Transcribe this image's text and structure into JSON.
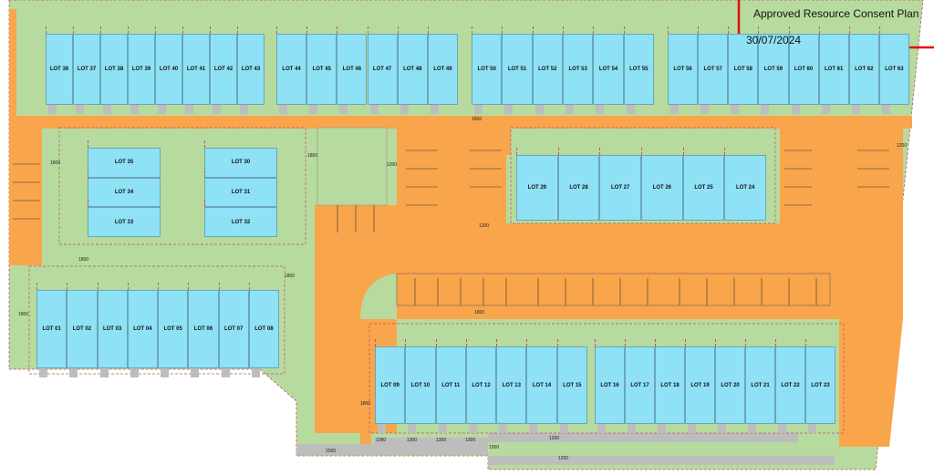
{
  "plan": {
    "title": "Approved Resource Consent Plan",
    "date": "30/07/2024"
  },
  "colors": {
    "site": "#b7db9e",
    "road": "#f9a54b",
    "building": "#8fe1f5",
    "path": "#bdbdbd",
    "boundary": "#c0506a",
    "stamp": "#e01010"
  },
  "lots": {
    "top_a": [
      "LOT 36",
      "LOT 37",
      "LOT 38",
      "LOT 39",
      "LOT 40",
      "LOT 41",
      "LOT 42",
      "LOT 43"
    ],
    "top_b": [
      "LOT 44",
      "LOT 45",
      "LOT 46",
      "LOT 47",
      "LOT 48",
      "LOT 49"
    ],
    "top_c": [
      "LOT 50",
      "LOT 51",
      "LOT 52",
      "LOT 53",
      "LOT 54",
      "LOT 55"
    ],
    "top_d": [
      "LOT 56",
      "LOT 57",
      "LOT 58",
      "LOT 59",
      "LOT 60",
      "LOT 61",
      "LOT 62",
      "LOT 63"
    ],
    "mid_left_a": [
      "LOT 35",
      "LOT 34",
      "LOT 33"
    ],
    "mid_left_b": [
      "LOT 30",
      "LOT 31",
      "LOT 32"
    ],
    "mid_center": [
      "LOT 29",
      "LOT 28",
      "LOT 27",
      "LOT 26",
      "LOT 25",
      "LOT 24"
    ],
    "bottom_left": [
      "LOT 01",
      "LOT 02",
      "LOT 03",
      "LOT 04",
      "LOT 05",
      "LOT 06",
      "LOT 07",
      "LOT 08"
    ],
    "bottom_a": [
      "LOT 09",
      "LOT 10",
      "LOT 11",
      "LOT 12",
      "LOT 13",
      "LOT 14",
      "LOT 15"
    ],
    "bottom_b": [
      "LOT 16",
      "LOT 17",
      "LOT 18",
      "LOT 19",
      "LOT 20",
      "LOT 21",
      "LOT 22",
      "LOT 23"
    ]
  },
  "dimensions": [
    "1800",
    "1800",
    "1800",
    "1200",
    "1800",
    "1800",
    "1200",
    "1800",
    "1800",
    "1800",
    "1200",
    "1080",
    "1300",
    "1300",
    "1300",
    "1500",
    "1500",
    "1200",
    "1200"
  ]
}
